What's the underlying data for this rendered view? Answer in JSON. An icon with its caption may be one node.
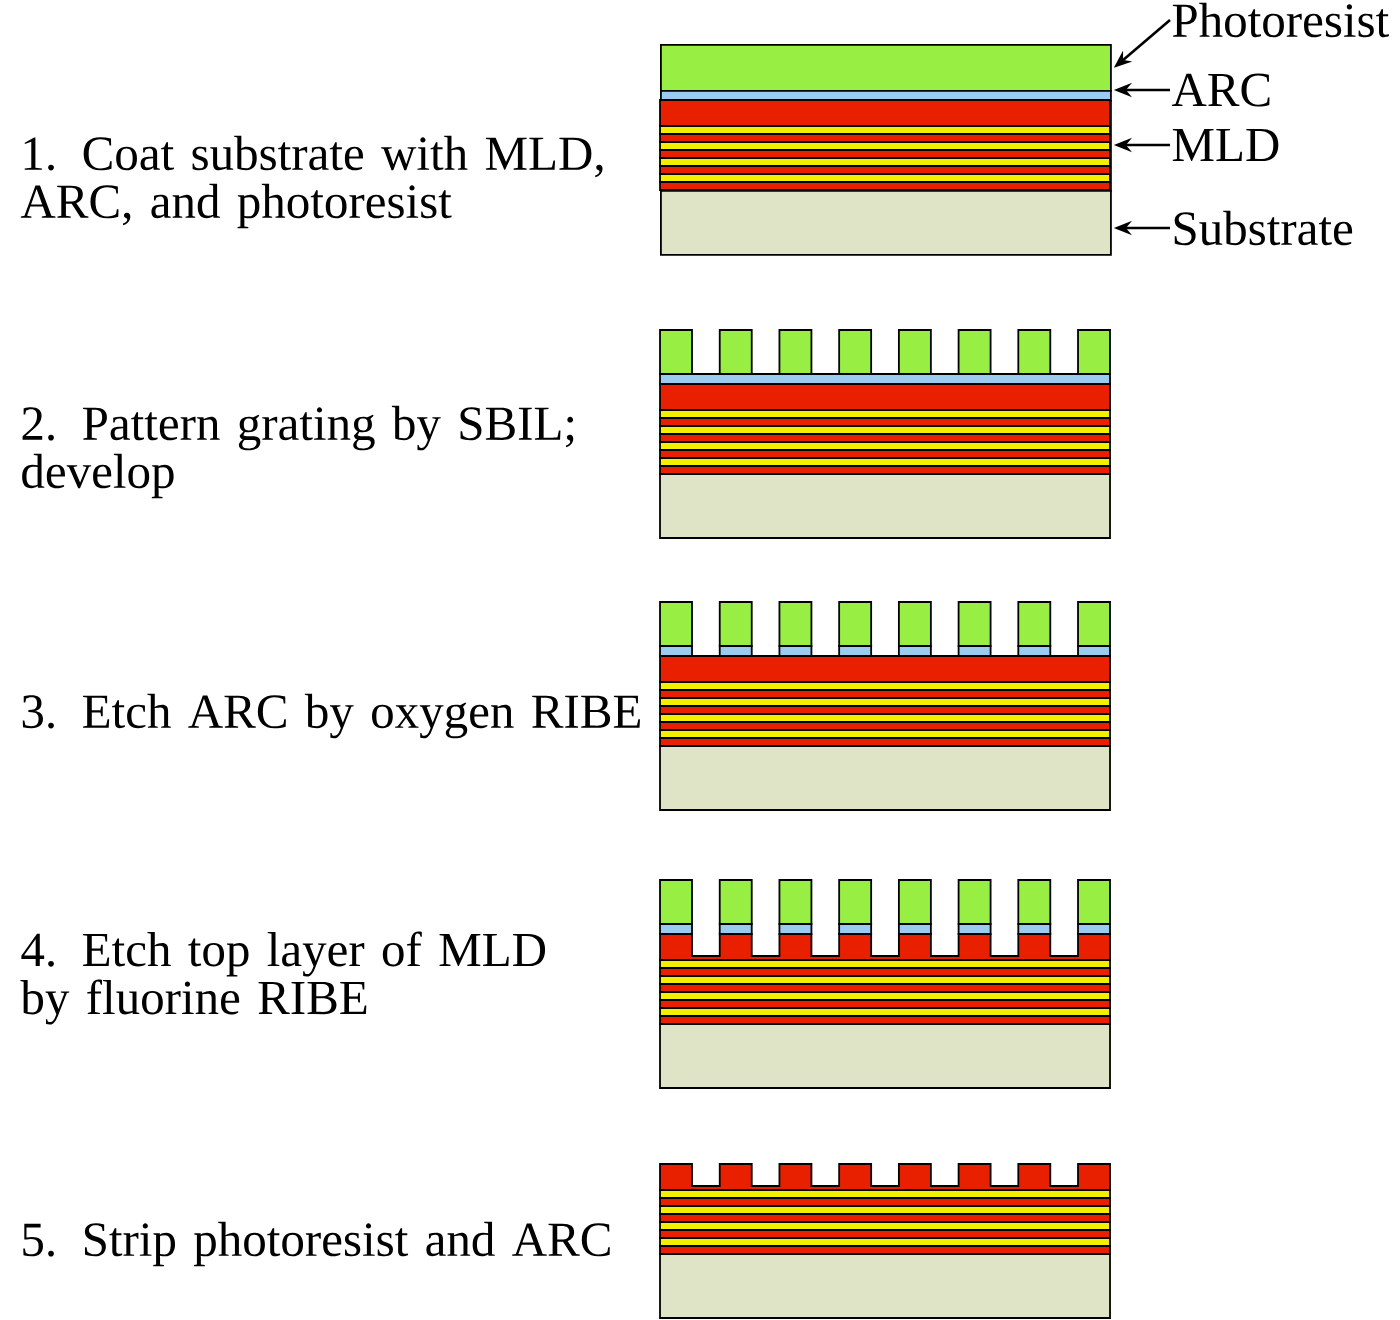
{
  "diagram": {
    "nodes": [
      {
        "text": [
          "Photoresist"
        ]
      },
      {
        "text": [
          "ARC"
        ]
      },
      {
        "text": [
          "MLD"
        ]
      },
      {
        "text": [
          "Substrate"
        ]
      },
      {
        "text": [],
        "shape": "box"
      },
      {
        "text": [],
        "shape": "box"
      },
      {
        "text": [],
        "shape": "box"
      },
      {
        "text": [],
        "shape": "box"
      }
    ],
    "edges": [
      {
        "from": 0,
        "to": 4,
        "arrow": "to"
      },
      {
        "from": 1,
        "to": 5,
        "arrow": "to"
      },
      {
        "from": 2,
        "to": 6,
        "arrow": "to"
      },
      {
        "from": 3,
        "to": 7,
        "arrow": "to"
      }
    ],
    "labels": [
      "1. Coat substrate with MLD, ARC, and photoresist",
      "2. Pattern grating by SBIL; develop",
      "3. Etch ARC by oxygen RIBE",
      "4. Etch top layer of MLD by fluorine RIBE",
      "5. Strip photoresist and ARC"
    ]
  }
}
